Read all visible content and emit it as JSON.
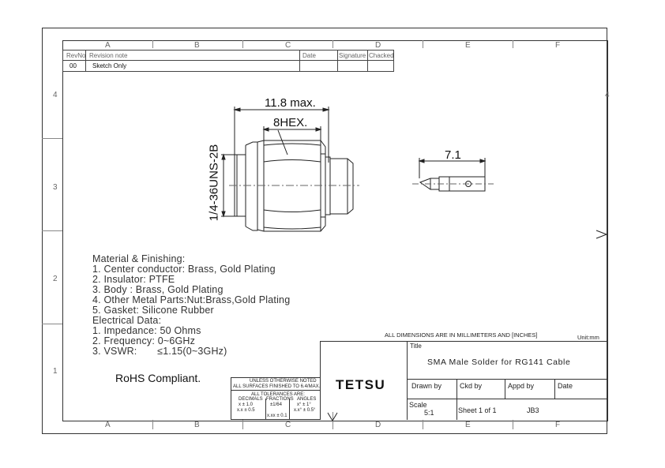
{
  "zones": {
    "columns": [
      "A",
      "B",
      "C",
      "D",
      "E",
      "F"
    ],
    "rows": [
      "4",
      "3",
      "2",
      "1"
    ]
  },
  "revision_table": {
    "headers": {
      "rev": "RevNo",
      "note": "Revision note",
      "date": "Date",
      "signature": "Signature",
      "checked": "Chacked"
    },
    "rows": [
      {
        "rev": "00",
        "note": "Sketch Only"
      }
    ]
  },
  "dimensions": {
    "overall_length": "11.8 max.",
    "hex": "8HEX.",
    "thread": "1/4-36UNS-2B",
    "pin_length": "7.1"
  },
  "notes": {
    "material_heading": "Material & Finishing:",
    "material_items": [
      "1. Center conductor: Brass, Gold Plating",
      "2. Insulator: PTFE",
      "3. Body : Brass, Gold Plating",
      "4. Other Metal Parts:Nut:Brass,Gold Plating",
      "5. Gasket: Silicone Rubber"
    ],
    "electrical_heading": "Electrical Data:",
    "electrical_items": [
      "1. Impedance: 50 Ohms",
      "2. Frequency: 0~6GHz",
      "3. VSWR:       ≤1.15(0~3GHz)"
    ],
    "rohs": "RoHS Compliant."
  },
  "tolerances": {
    "line1": "UNLESS OTHERWISE NOTED",
    "line2": "ALL SURFACES FINISHED TO 6.4/MAX.",
    "line3": "ALL TOLERANCES ARE:",
    "decimals_label": "DECIMALS",
    "fractions_label": "FRACTIONS",
    "angles_label": "ANGLES",
    "dec1": "x  ±  1.0",
    "dec2": "x.x  ±  0.5",
    "frac1": "±1/64",
    "frac2": "x.xx  ±  0.1",
    "ang1": "x°  ±  1°",
    "ang2": "x.x°  ±  0.5°"
  },
  "title_block": {
    "units_note": "ALL DIMENSIONS ARE IN MILLIMETERS AND [INCHES]",
    "unit": "Unit:mm",
    "title_label": "Title",
    "title": "SMA Male Solder for RG141 Cable",
    "company": "TETSU",
    "drawn_by_label": "Drawn by",
    "ckd_by_label": "Ckd by",
    "appd_by_label": "Appd by",
    "date_label": "Date",
    "scale_label": "Scale",
    "scale": "5:1",
    "sheet": "Sheet 1 of 1",
    "appd_by": "JB3"
  }
}
